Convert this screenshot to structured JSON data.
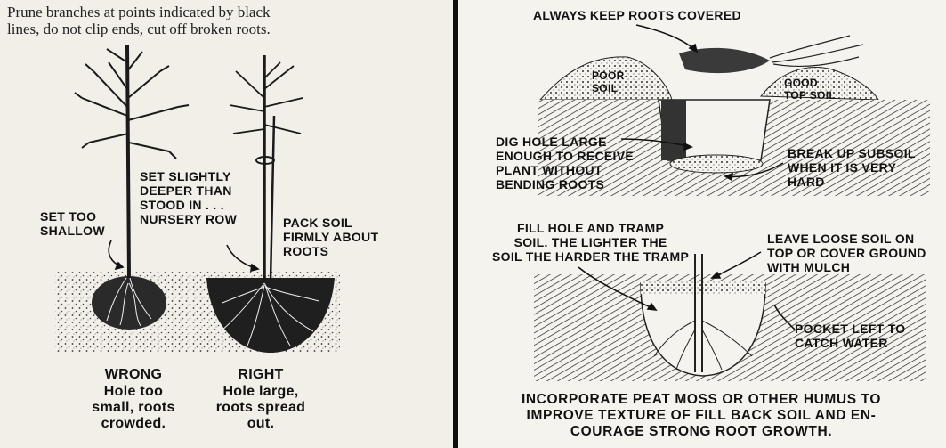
{
  "left": {
    "instruction": "Prune branches at points indicated by black\nlines, do not clip ends, cut off broken roots.",
    "set_too_shallow": "SET TOO\nSHALLOW",
    "set_slightly_deeper": "SET SLIGHTLY\nDEEPER THAN\nSTOOD IN . . .\nNURSERY ROW",
    "pack_soil": "PACK SOIL\nFIRMLY ABOUT\nROOTS",
    "wrong_title": "WRONG",
    "wrong_desc": "Hole too\nsmall, roots\ncrowded.",
    "right_title": "RIGHT",
    "right_desc": "Hole large,\nroots spread\nout."
  },
  "right": {
    "always_keep_roots": "ALWAYS KEEP ROOTS COVERED",
    "poor_soil": "POOR\nSOIL",
    "good_top_soil": "GOOD\nTOP SOIL",
    "dig_hole": "DIG HOLE LARGE\nENOUGH TO RECEIVE\nPLANT WITHOUT\nBENDING ROOTS",
    "break_up_subsoil": "BREAK UP SUBSOIL\nWHEN IT IS VERY\nHARD",
    "fill_hole": "FILL HOLE AND TRAMP\nSOIL. THE LIGHTER THE\nSOIL THE HARDER THE TRAMP",
    "leave_loose_soil": "LEAVE LOOSE SOIL ON\nTOP OR COVER GROUND\nWITH MULCH",
    "pocket_left": "POCKET LEFT TO\nCATCH WATER",
    "footer": "INCORPORATE PEAT MOSS OR OTHER HUMUS TO\nIMPROVE TEXTURE OF FILL BACK SOIL AND EN-\nCOURAGE STRONG ROOT GROWTH."
  }
}
